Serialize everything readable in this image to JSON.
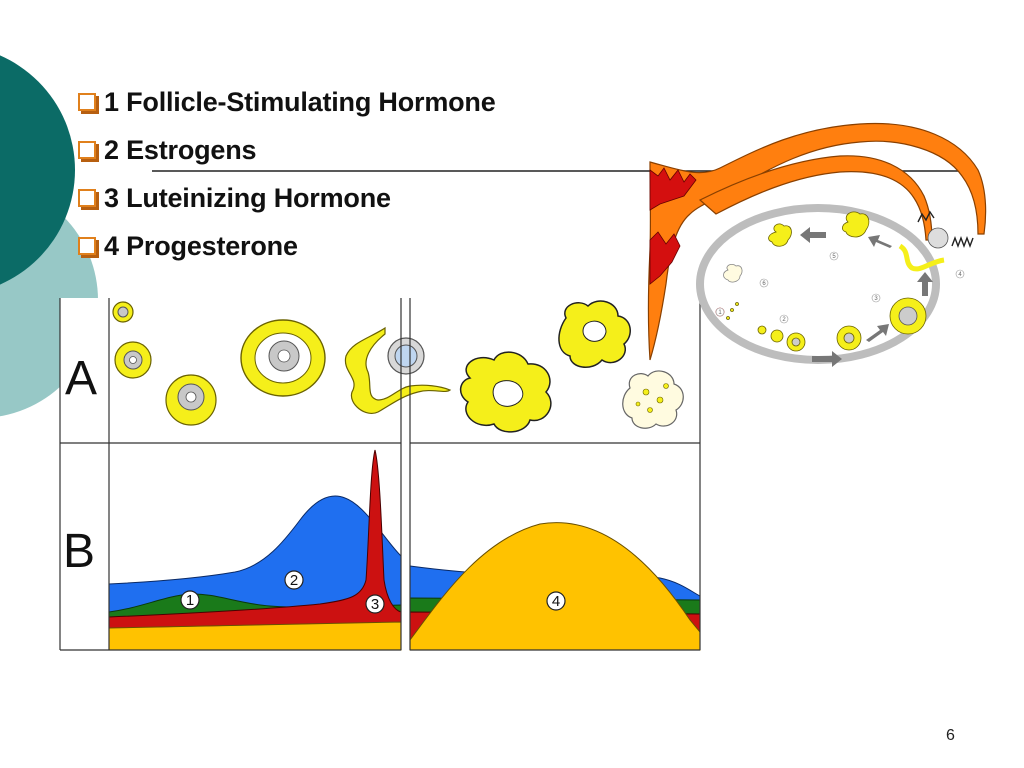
{
  "colors": {
    "accent_dark": "#0b6b66",
    "accent_light": "#97c8c6",
    "bullet": "#e0801c",
    "fsh": "#1a7a1a",
    "estrogen": "#1f6ff0",
    "lh": "#cc1111",
    "progesterone": "#ffc200",
    "follicle": "#f5ef1a",
    "tube": "#ff7f0f"
  },
  "bullets": [
    {
      "label": "1 Follicle-Stimulating Hormone"
    },
    {
      "label": "2 Estrogens"
    },
    {
      "label": "3 Luteinizing Hormone"
    },
    {
      "label": "4 Progesterone"
    }
  ],
  "diagram": {
    "row_a_label": "A",
    "row_b_label": "B",
    "hormone_markers": [
      "1",
      "2",
      "3",
      "4"
    ],
    "ovary_markers": [
      "1",
      "2",
      "3",
      "4",
      "5",
      "6"
    ]
  },
  "page_number": "6"
}
